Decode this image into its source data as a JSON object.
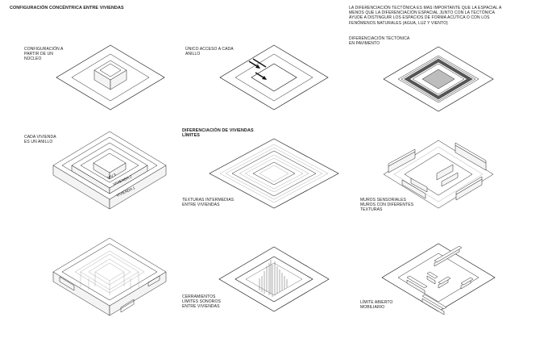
{
  "title": "CONFIGURACIÓN CONCÉNTRICA ENTRE VIVIENDAS",
  "intro_text": "LA DIFERENCIACIÓN TECTÓNICA ES MAS IMPORTANTE QUE LA ESPACIAL A MENOS QUE LA DIFERENCIACIÓN ESPACIAL JUNTO CON LA TECTÓNICA AYUDE A DISTINGUIR LOS ESPACIOS DE FORMA ACÚTICA O CON LOS FENÓMENOS NATURALES (AGUA, LUZ Y VIENTO)",
  "subtitle": "DIFERENCIACIÓN DE VIVIENDAS\nLÍMITES",
  "captions": {
    "nucleo": "CONFIGURACIÓN A\nPARTIR DE UN\nNÚCLEO",
    "acceso": "ÚNICO ACCESO A CADA\nANILLO",
    "pavimento": "DIFERENCIACIÓN TECTÓNICA\nEN PAVIMENTO",
    "anillo": "CADA VIVIENDA\nES UN ANILLO",
    "texturas": "TEXTURAS INTERMEDIAS\nENTRE VIVIENDAS",
    "muros": "MUROS SENSORIALES\nMUROS CON DIFERENTES\nTEXTURAS",
    "cerramientos": "CERRAMIENTOS\nLÍMITES SONOROS\nENTRE VIVIENDAS",
    "mobiliario": "LÍMITE ABIERTO\nMOBILIARIO"
  },
  "house_labels": {
    "v1": "VIVIENDA 1",
    "v2": "VIVIENDA 2",
    "v3": "VIV 3"
  }
}
